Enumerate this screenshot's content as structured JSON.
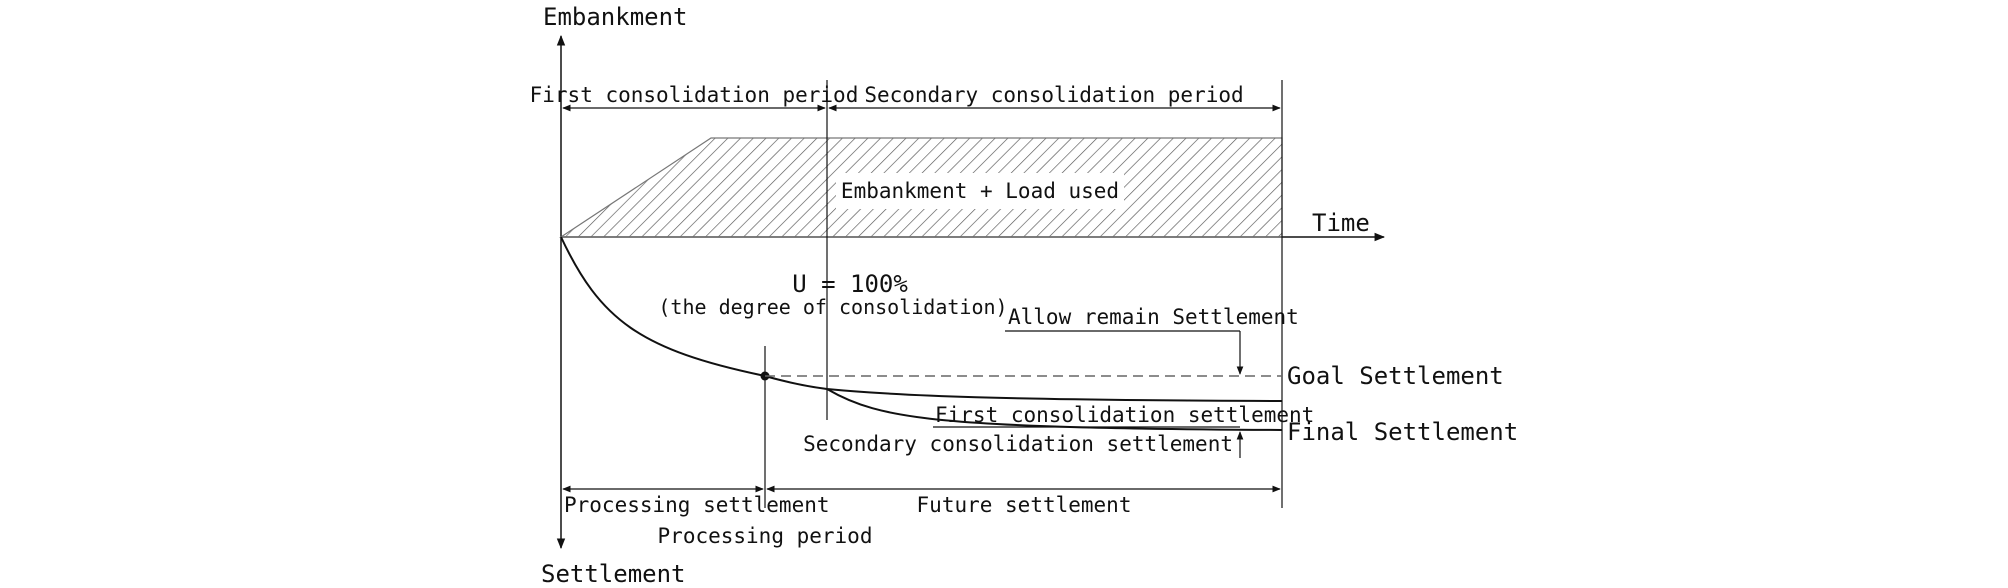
{
  "diagram": {
    "axes": {
      "y_top": "Embankment",
      "y_bottom": "Settlement",
      "x": "Time"
    },
    "periods": {
      "first": "First consolidation period",
      "secondary": "Secondary consolidation period"
    },
    "load_region": "Embankment + Load used",
    "consolidation": {
      "degree": "U = 100%",
      "note": "(the degree of consolidation)"
    },
    "settlements": {
      "allow_remain": "Allow remain Settlement",
      "goal": "Goal Settlement",
      "first": "First consolidation settlement",
      "final": "Final Settlement",
      "secondary": "Secondary consolidation settlement",
      "processing": "Processing settlement",
      "future": "Future settlement"
    },
    "processing_period": "Processing period",
    "colors": {
      "line": "#111111",
      "dashed": "#666666",
      "hatch": "#555555"
    }
  }
}
